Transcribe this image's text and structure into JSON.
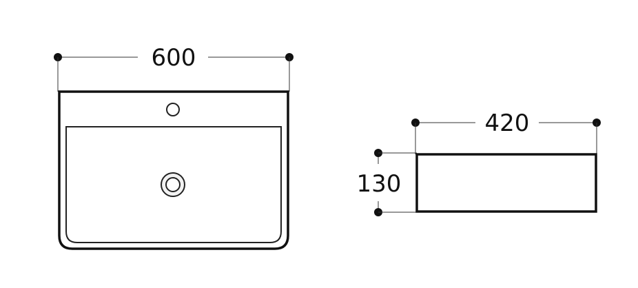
{
  "top_view": {
    "width_label": "600"
  },
  "side_view": {
    "length_label": "420",
    "height_label": "130"
  },
  "colors": {
    "line": "#111111",
    "background": "#ffffff"
  }
}
